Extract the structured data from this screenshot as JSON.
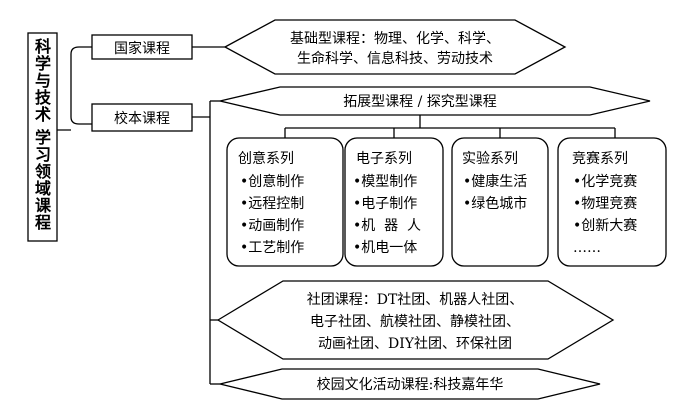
{
  "root": {
    "chars": [
      "科",
      "学",
      "与",
      "技",
      "术",
      "学",
      "习",
      "领",
      "域",
      "课",
      "程"
    ]
  },
  "national": {
    "label": "国家课程",
    "basic_line1": "基础型课程：物理、化学、科学、",
    "basic_line2": "生命科学、信息科技、劳动技术"
  },
  "school": {
    "label": "校本课程",
    "extended": "拓展型课程 / 探究型课程",
    "series": [
      {
        "title": "创意系列",
        "items": [
          "•创意制作",
          "•远程控制",
          "•动画制作",
          "•工艺制作"
        ]
      },
      {
        "title": "电子系列",
        "items": [
          "•模型制作",
          "•电子制作",
          "•机  器  人",
          "•机电一体"
        ]
      },
      {
        "title": "实验系列",
        "items": [
          "•健康生活",
          "•绿色城市"
        ]
      },
      {
        "title": "竞赛系列",
        "items": [
          "•化学竞赛",
          "•物理竞赛",
          "•创新大赛",
          "……"
        ]
      }
    ],
    "club_line1": "社团课程：DT社团、机器人社团、",
    "club_line2": "电子社团、航模社团、静模社团、",
    "club_line3": "动画社团、DIY社团、环保社团",
    "campus": "校园文化活动课程:科技嘉年华"
  }
}
